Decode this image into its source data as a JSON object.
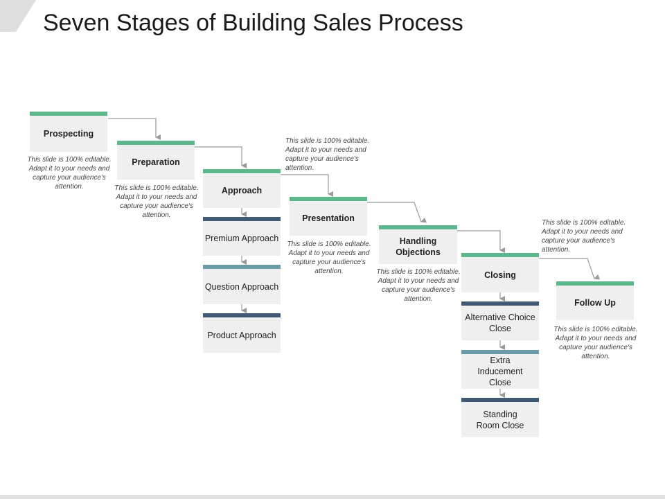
{
  "title": "Seven Stages of Building Sales Process",
  "colors": {
    "stage_accent": "#5cb88a",
    "sub_accent_dark": "#3f5a72",
    "sub_accent_light": "#6b9aa8",
    "box_fill": "#efefef",
    "connector": "#9a9a9a"
  },
  "stages": [
    {
      "label": "Prospecting"
    },
    {
      "label": "Preparation"
    },
    {
      "label": "Approach"
    },
    {
      "label": "Presentation"
    },
    {
      "label": "Handling Objections"
    },
    {
      "label": "Closing"
    },
    {
      "label": "Follow Up"
    }
  ],
  "approach_substeps": [
    {
      "label": "Premium Approach"
    },
    {
      "label": "Question Approach"
    },
    {
      "label": "Product Approach"
    }
  ],
  "closing_substeps": [
    {
      "label": "Alternative Choice Close"
    },
    {
      "label": "Extra Inducement Close"
    },
    {
      "label": "Standing Room Close"
    }
  ],
  "note_text": "This slide is 100% editable. Adapt it to your needs and capture your audience's attention."
}
